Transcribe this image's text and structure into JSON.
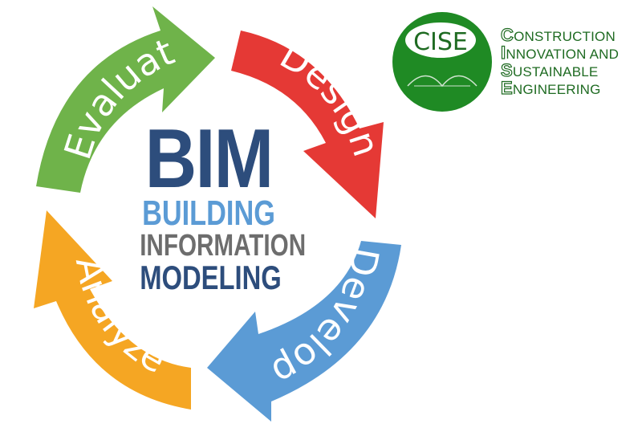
{
  "cycle": {
    "design": {
      "label": "Design",
      "color": "#e53935"
    },
    "develop": {
      "label": "Develop",
      "color": "#5b9bd5"
    },
    "analyze": {
      "label": "Analyze",
      "color": "#f5a623"
    },
    "evaluate": {
      "label": "Evaluate",
      "color": "#6fb34a"
    }
  },
  "center": {
    "acronym": "BIM",
    "line1": "BUILDING",
    "line2": "INFORMATION",
    "line3": "MODELING"
  },
  "logo": {
    "badge_text": "CISE",
    "badge_color": "#1f8a24",
    "lines": [
      {
        "initial": "C",
        "rest": "ONSTRUCTION"
      },
      {
        "initial": "I",
        "rest": "NNOVATION AND"
      },
      {
        "initial": "S",
        "rest": "USTAINABLE"
      },
      {
        "initial": "E",
        "rest": "NGINEERING"
      }
    ]
  }
}
